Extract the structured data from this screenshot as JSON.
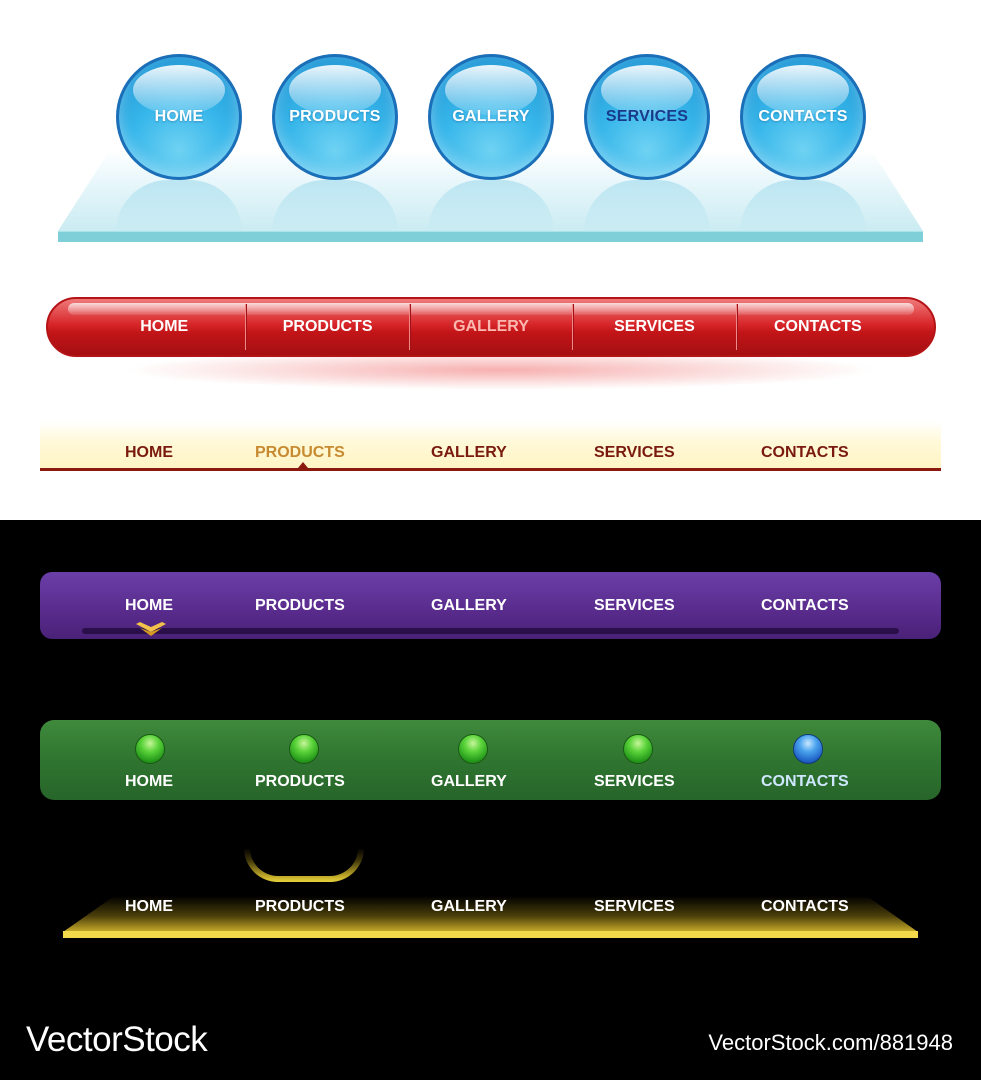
{
  "menus": {
    "glass": {
      "items": [
        "HOME",
        "PRODUCTS",
        "GALLERY",
        "SERVICES",
        "CONTACTS"
      ],
      "active": "SERVICES",
      "active_color": "#1a3a8a"
    },
    "red": {
      "items": [
        "HOME",
        "PRODUCTS",
        "GALLERY",
        "SERVICES",
        "CONTACTS"
      ],
      "active": "GALLERY",
      "accent": "#d7262a"
    },
    "cream": {
      "items": [
        "HOME",
        "PRODUCTS",
        "GALLERY",
        "SERVICES",
        "CONTACTS"
      ],
      "active": "PRODUCTS",
      "text_color": "#7a1a0e",
      "active_color": "#c88a30"
    },
    "purple": {
      "items": [
        "HOME",
        "PRODUCTS",
        "GALLERY",
        "SERVICES",
        "CONTACTS"
      ],
      "active": "HOME",
      "accent": "#5a2c8e",
      "indicator": "chevron-down-icon",
      "indicator_color": "#f3c24a"
    },
    "green": {
      "items": [
        "HOME",
        "PRODUCTS",
        "GALLERY",
        "SERVICES",
        "CONTACTS"
      ],
      "active": "CONTACTS",
      "accent": "#2f7530",
      "dot_icon": "green-orb-icon",
      "active_dot_icon": "blue-orb-icon"
    },
    "yellow": {
      "items": [
        "HOME",
        "PRODUCTS",
        "GALLERY",
        "SERVICES",
        "CONTACTS"
      ],
      "active": "PRODUCTS",
      "accent": "#f3da4a"
    }
  },
  "footer": {
    "brand": "VectorStock",
    "url": "VectorStock.com/881948"
  }
}
